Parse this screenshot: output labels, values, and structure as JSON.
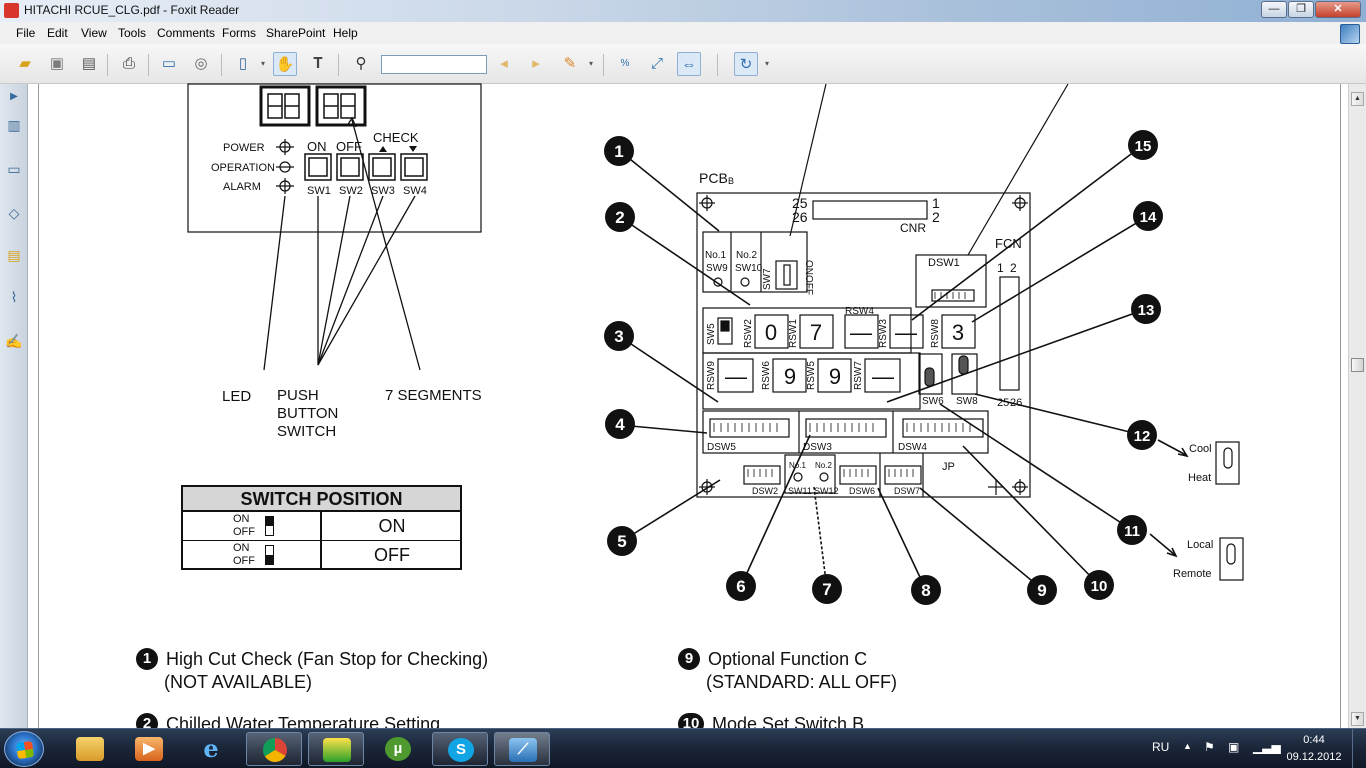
{
  "window": {
    "title": "HITACHI  RCUE_CLG.pdf - Foxit Reader",
    "controls": {
      "minimize": "—",
      "maximize": "❐",
      "close": "✕"
    }
  },
  "menu": [
    "File",
    "Edit",
    "View",
    "Tools",
    "Comments",
    "Forms",
    "SharePoint",
    "Help"
  ],
  "toolbar": {
    "find_value": "",
    "icons": [
      "open-icon",
      "save-icon",
      "save-all-icon",
      "print-icon",
      "screen-icon",
      "snapshot-icon",
      "page-icon",
      "hand-tool-icon",
      "select-text-icon",
      "find-icon",
      "prev-icon",
      "next-icon",
      "highlight-icon",
      "actual-size-icon",
      "fit-page-icon",
      "fit-width-icon",
      "rotate-icon"
    ]
  },
  "left_panel_icons": [
    "expand-arrow-icon",
    "bookmarks-icon",
    "pages-icon",
    "layers-icon",
    "comments-icon",
    "attachments-icon",
    "signatures-icon"
  ],
  "document": {
    "panel": {
      "indicators": [
        "POWER",
        "OPERATION",
        "ALARM"
      ],
      "buttons_top": [
        "ON",
        "OFF",
        "CHECK"
      ],
      "buttons_bottom": [
        "SW1",
        "SW2",
        "SW3",
        "SW4"
      ],
      "captions": {
        "led": "LED",
        "push": [
          "PUSH",
          "BUTTON",
          "SWITCH"
        ],
        "segments": "7 SEGMENTS"
      }
    },
    "switch_position": {
      "title": "SWITCH POSITION",
      "on_label": "ON",
      "off_label": "OFF",
      "rows": [
        {
          "value": "ON",
          "state": "on"
        },
        {
          "value": "OFF",
          "state": "off"
        }
      ]
    },
    "pcb": {
      "name": "PCB",
      "subscript": "B",
      "cnr": {
        "pins_left": [
          "25",
          "26"
        ],
        "pins_right": [
          "1",
          "2"
        ],
        "label": "CNR"
      },
      "fcn": {
        "label": "FCN",
        "pins_top": [
          "1",
          "2"
        ],
        "pins_bottom": [
          "25",
          "26"
        ]
      },
      "labels": {
        "no1": "No.1",
        "no2": "No.2",
        "sw9": "SW9",
        "sw10": "SW10",
        "sw7": "SW7",
        "sw7_on": "ON",
        "sw7_off": "OFF",
        "dsw1": "DSW1",
        "sw5": "SW5",
        "rsw2": "RSW2",
        "rsw1": "RSW1",
        "rsw4": "RSW4",
        "rsw3": "RSW3",
        "rsw8": "RSW8",
        "rsw9": "RSW9",
        "rsw6": "RSW6",
        "rsw5": "RSW5",
        "rsw7": "RSW7",
        "sw6": "SW6",
        "sw8": "SW8",
        "dsw5": "DSW5",
        "dsw3": "DSW3",
        "dsw4": "DSW4",
        "dsw2": "DSW2",
        "dsw6": "DSW6",
        "dsw7": "DSW7",
        "sw11": "SW11",
        "sw12": "SW12",
        "no1b": "No.1",
        "no2b": "No.2",
        "jp": "JP"
      },
      "rotary_digits": {
        "rsw2": "0",
        "rsw1": "7",
        "rsw4": "—",
        "rsw3": "—",
        "rsw8": "3",
        "rsw9": "—",
        "rsw6": "9",
        "rsw5": "9",
        "rsw7": "—"
      },
      "callouts": [
        "1",
        "2",
        "3",
        "4",
        "5",
        "6",
        "7",
        "8",
        "9",
        "10",
        "11",
        "12",
        "13",
        "14",
        "15"
      ],
      "side_switches": [
        {
          "top": "Cool",
          "bottom": "Heat"
        },
        {
          "top": "Local",
          "bottom": "Remote"
        }
      ]
    },
    "legend": [
      {
        "num": "1",
        "line1": "High Cut Check (Fan Stop for Checking)",
        "line2": "(NOT AVAILABLE)"
      },
      {
        "num": "9",
        "line1": "Optional Function C",
        "line2": "(STANDARD: ALL OFF)"
      },
      {
        "num": "2",
        "line1": "Chilled Water Temperature Setting",
        "line2": ""
      },
      {
        "num": "10",
        "line1": "Mode Set Switch B",
        "line2": ""
      }
    ]
  },
  "taskbar": {
    "apps": [
      "explorer-icon",
      "media-player-icon",
      "internet-explorer-icon",
      "chrome-icon",
      "app-icon",
      "utorrent-icon",
      "skype-icon",
      "foxit-icon"
    ],
    "lang": "RU",
    "time": "0:44",
    "date": "09.12.2012"
  }
}
